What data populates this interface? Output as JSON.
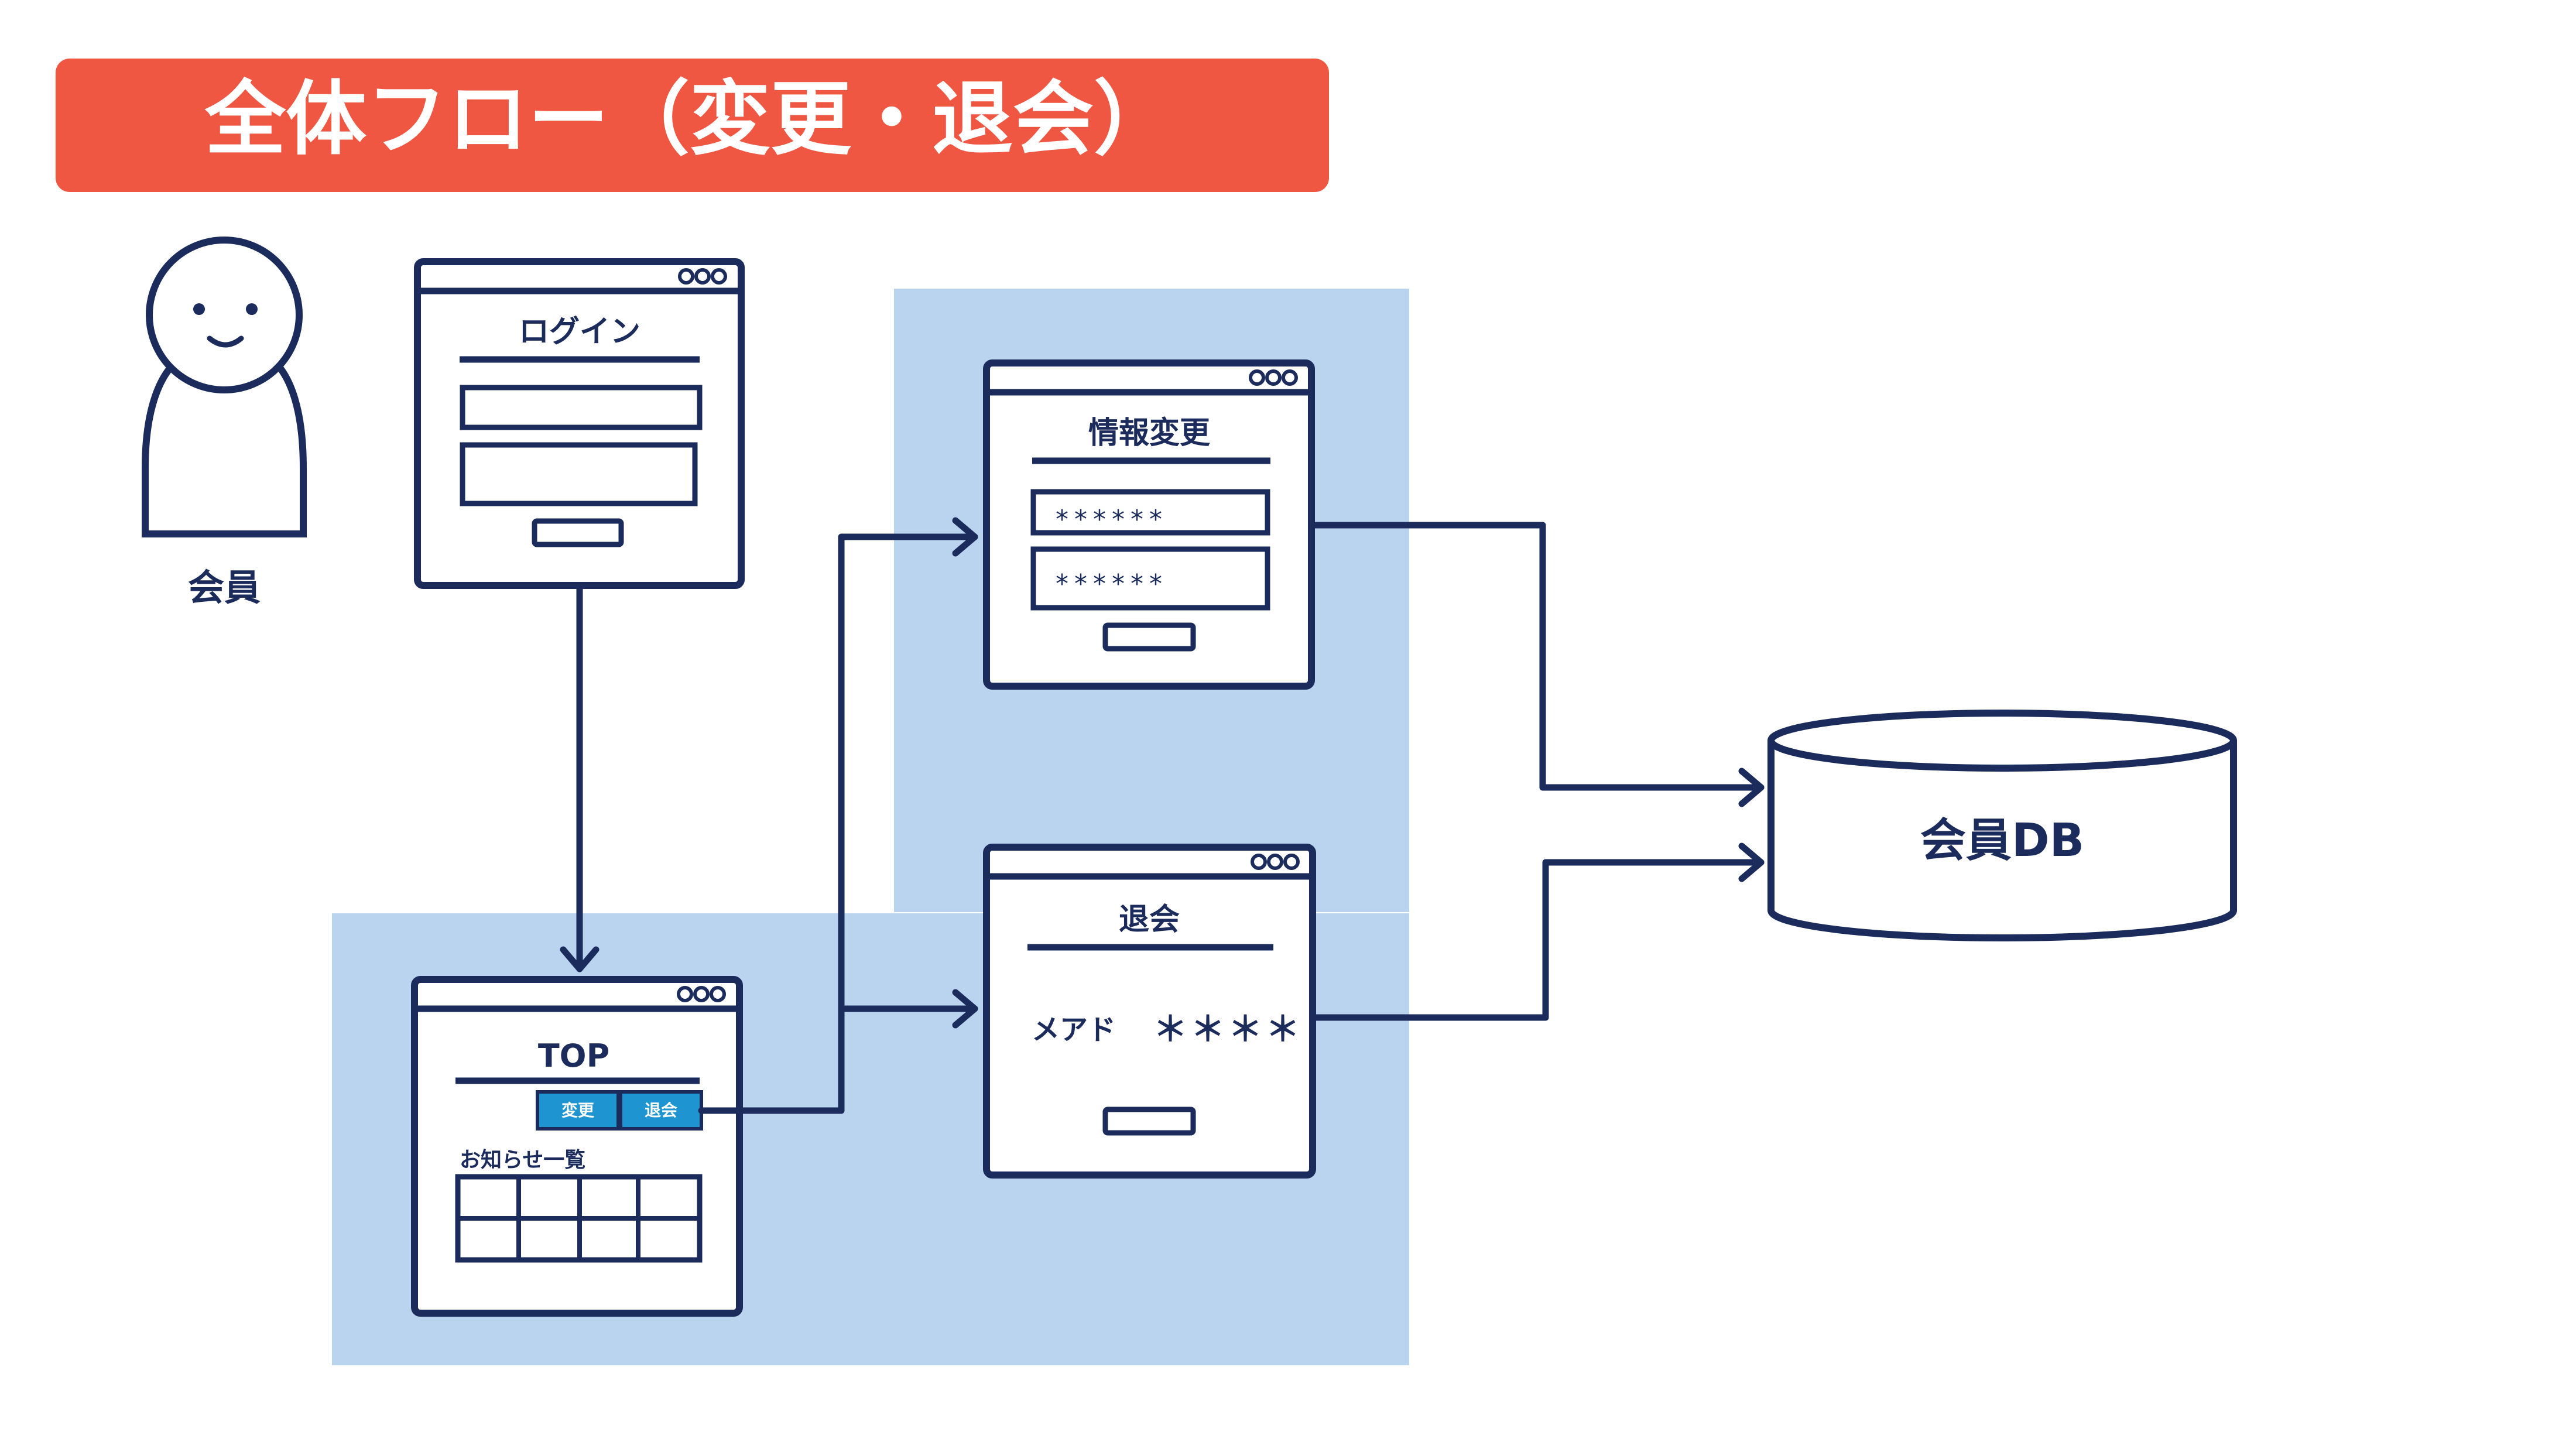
{
  "title": "全体フロー（変更・退会）",
  "actor": {
    "label": "会員"
  },
  "login_screen": {
    "title": "ログイン"
  },
  "info_change_screen": {
    "title": "情報変更",
    "field1_mask": "******",
    "field2_mask": "******"
  },
  "withdraw_screen": {
    "title": "退会",
    "field_label": "メアド",
    "field_mask": "＊＊＊＊"
  },
  "top_screen": {
    "title": "TOP",
    "change_button": "変更",
    "withdraw_button": "退会",
    "news_label": "お知らせ一覧"
  },
  "database": {
    "label": "会員DB"
  },
  "colors": {
    "title_bg": "#ef5742",
    "navy": "#1b2b5c",
    "highlight": "#bad4ef",
    "button": "#1e95d0"
  }
}
